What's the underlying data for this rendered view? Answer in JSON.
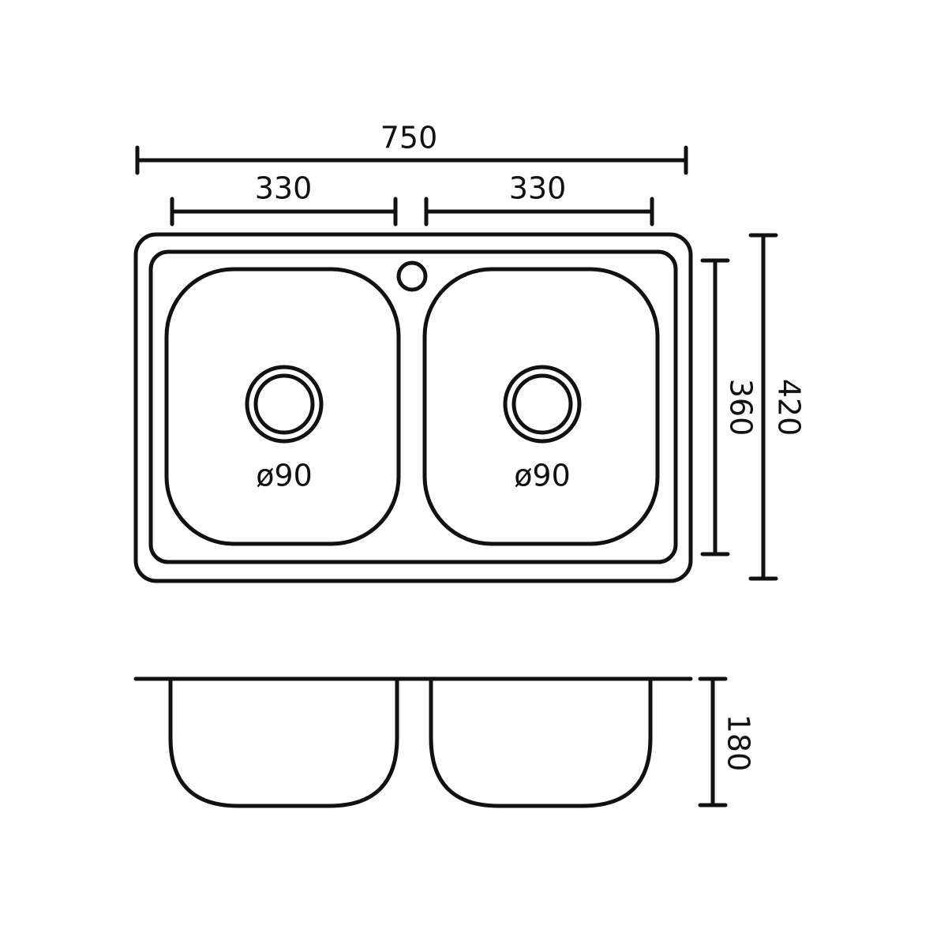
{
  "dimensions": {
    "overall_width": "750",
    "bowl_width_left": "330",
    "bowl_width_right": "330",
    "inner_depth": "360",
    "overall_depth": "420",
    "bowl_height": "180",
    "drain_left": "ø90",
    "drain_right": "ø90"
  },
  "colors": {
    "line": "#111111",
    "background": "#ffffff"
  }
}
